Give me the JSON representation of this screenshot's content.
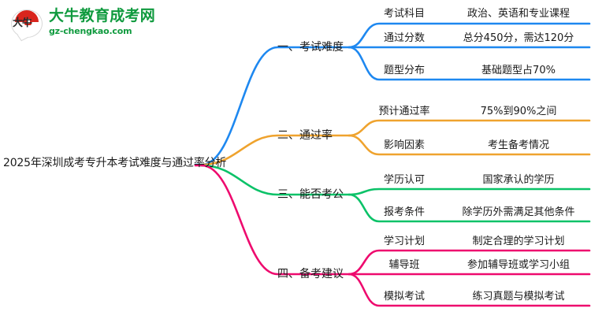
{
  "logo": {
    "mark_text": "大牛",
    "brand_cn": "大牛教育成考网",
    "brand_url": "gz-chengkao.com",
    "brand_color": "#0f9a3e",
    "cap_color": "#d9251d"
  },
  "mindmap": {
    "root": "2025年深圳成考专升本考试难度与通过率分析",
    "branches": [
      {
        "label": "一、考试难度",
        "color": "#1e88f0",
        "leaves": [
          {
            "key": "考试科目",
            "value": "政治、英语和专业课程"
          },
          {
            "key": "通过分数",
            "value": "总分450分，需达120分"
          },
          {
            "key": "题型分布",
            "value": "基础题型占70%"
          }
        ]
      },
      {
        "label": "二、通过率",
        "color": "#efa32e",
        "leaves": [
          {
            "key": "预计通过率",
            "value": "75%到90%之间"
          },
          {
            "key": "影响因素",
            "value": "考生备考情况"
          }
        ]
      },
      {
        "label": "三、能否考公",
        "color": "#0bc268",
        "leaves": [
          {
            "key": "学历认可",
            "value": "国家承认的学历"
          },
          {
            "key": "报考条件",
            "value": "除学历外需满足其他条件"
          }
        ]
      },
      {
        "label": "四、备考建议",
        "color": "#ee0a6e",
        "leaves": [
          {
            "key": "学习计划",
            "value": "制定合理的学习计划"
          },
          {
            "key": "辅导班",
            "value": "参加辅导班或学习小组"
          },
          {
            "key": "模拟考试",
            "value": "练习真题与模拟考试"
          }
        ]
      }
    ]
  }
}
